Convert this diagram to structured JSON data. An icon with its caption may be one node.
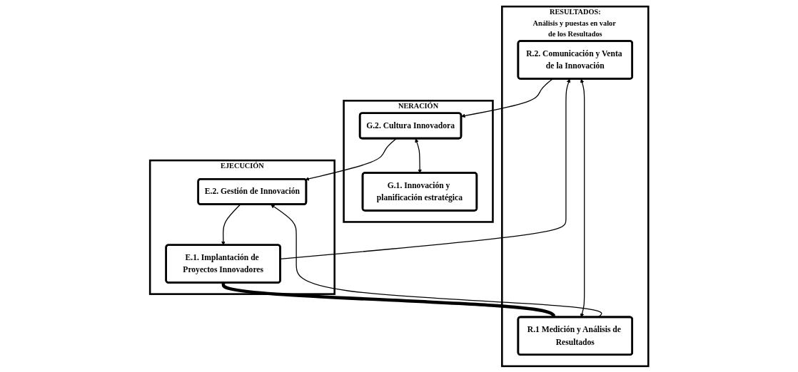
{
  "diagram": {
    "nodes": [
      {
        "text": [
          "RESULTADOS:",
          "Análisis y puestas en valor de los Resultados"
        ]
      },
      {
        "text": [
          "R.2. Comunicación y Venta de la Innovación"
        ],
        "in": 0
      },
      {
        "text": [
          "R.1 Medición y Análisis de Resultados"
        ],
        "in": 0
      },
      {
        "text": [
          "NERACIÓN"
        ]
      },
      {
        "text": [
          "G.2. Cultura Innovadora"
        ],
        "in": 3
      },
      {
        "text": [
          "G.1. Innovación y planificación estratégica"
        ],
        "in": 3
      },
      {
        "text": [
          "EJECUCIÓN"
        ]
      },
      {
        "text": [
          "E.1. Implantación de Proyectos Innovadores"
        ],
        "in": 6
      },
      {
        "text": [
          "E.2. Gestión de Innovación"
        ],
        "in": 6
      }
    ],
    "edges": [
      {
        "from": 1,
        "to": 4,
        "arrow": "to"
      },
      {
        "from": 4,
        "to": 5,
        "arrow": "both"
      },
      {
        "from": 4,
        "to": 8,
        "arrow": "to"
      },
      {
        "from": 8,
        "to": 7,
        "arrow": "to"
      },
      {
        "from": 7,
        "to": 2,
        "arrow": "to",
        "style": "thick"
      },
      {
        "from": 2,
        "to": 8,
        "arrow": "to"
      },
      {
        "from": 7,
        "to": 1,
        "arrow": "to"
      },
      {
        "from": 1,
        "to": 2,
        "arrow": "both"
      }
    ]
  }
}
